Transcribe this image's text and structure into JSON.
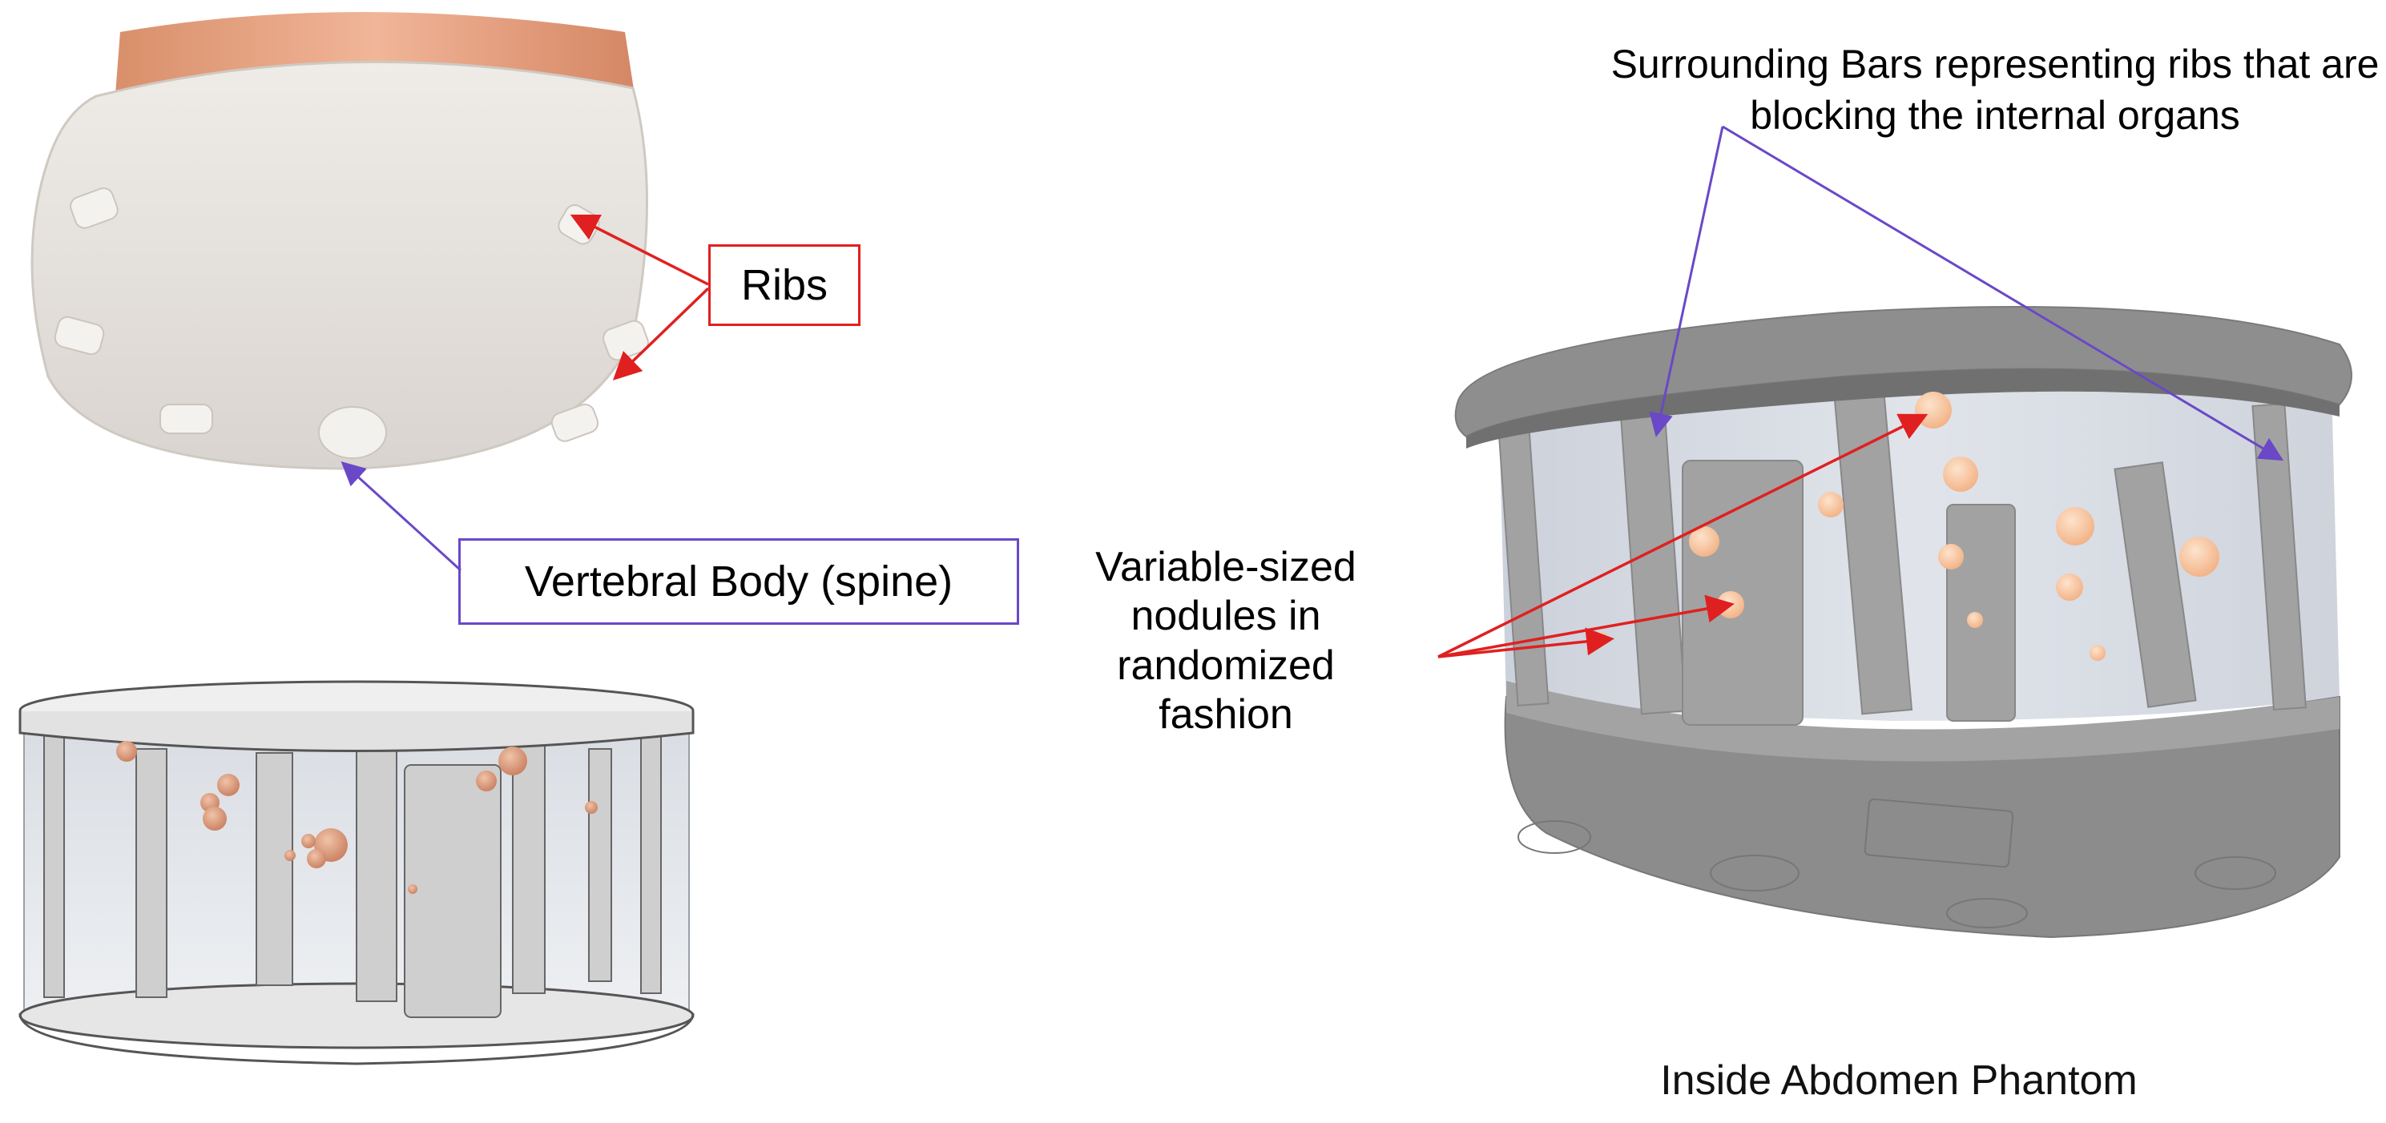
{
  "labels": {
    "ribs": "Ribs",
    "vertebral_body": "Vertebral Body (spine)",
    "nodules": "Variable-sized nodules in randomized fashion",
    "surrounding_bars": "Surrounding Bars representing ribs that are blocking the internal organs",
    "caption": "Inside Abdomen Phantom"
  },
  "colors": {
    "ribs_arrow": "#e02020",
    "spine_arrow": "#6a48c8",
    "nodule_arrow": "#e02020",
    "bars_arrow": "#6a48c8",
    "nodule_fill": "#f6c9a3",
    "phantom_body": "#e8e4df",
    "phantom_top": "#e6a07a",
    "frame_grey": "#8f8f8f"
  }
}
